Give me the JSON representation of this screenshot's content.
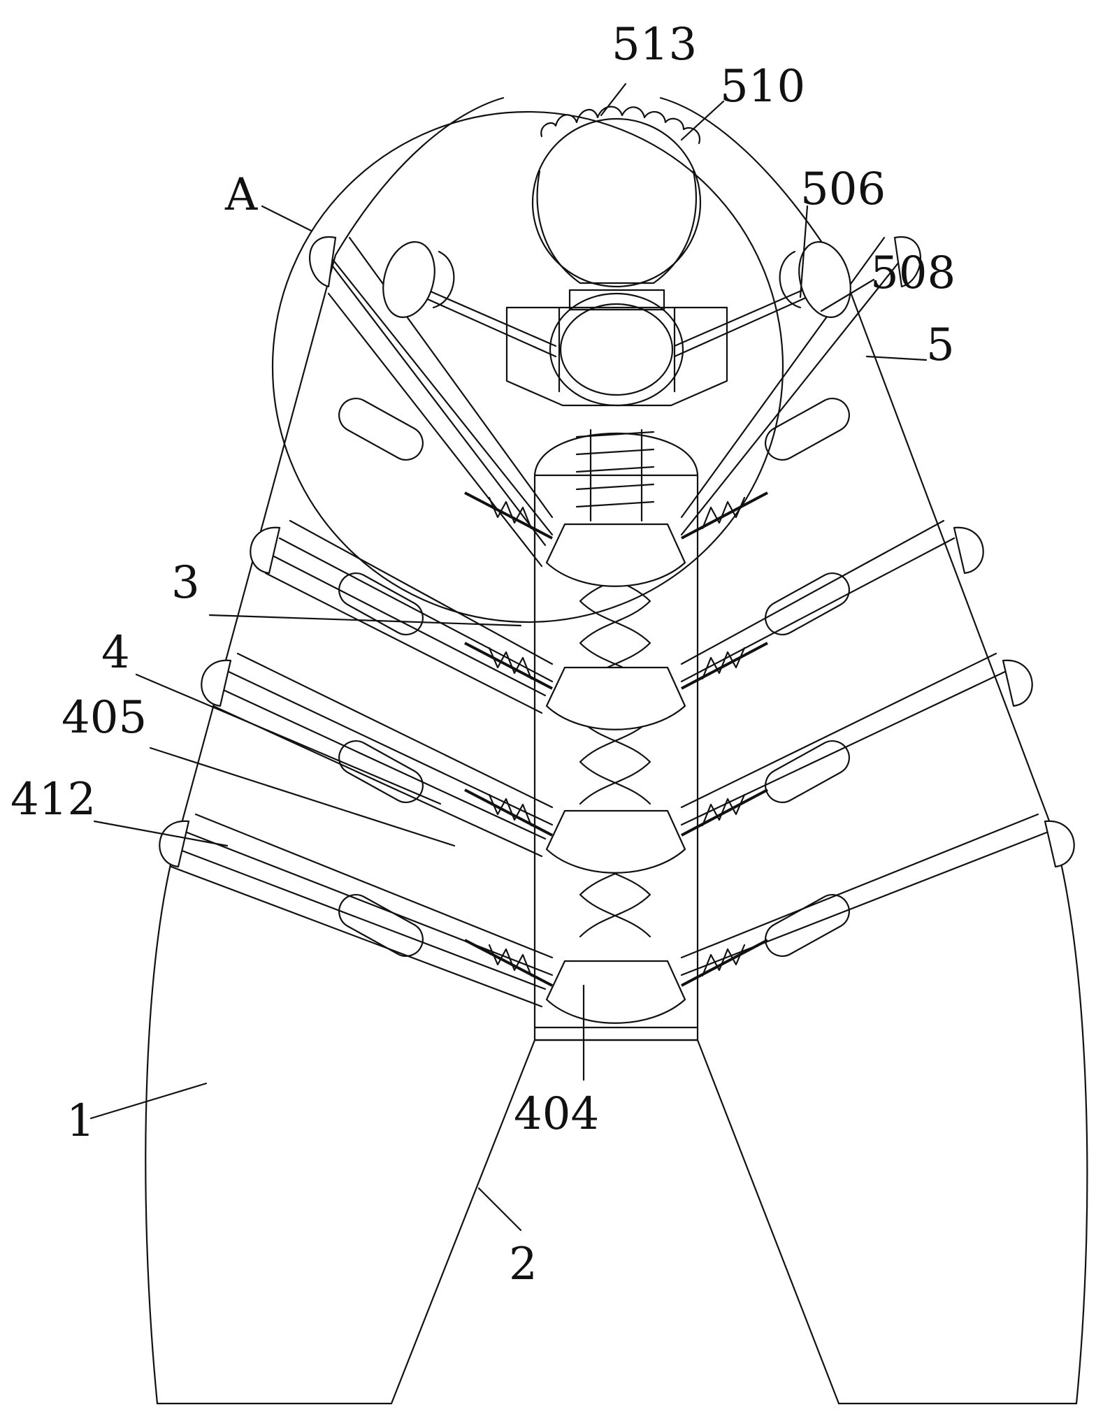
{
  "figure": {
    "labels": {
      "l513": "513",
      "l510": "510",
      "lA": "A",
      "l506": "506",
      "l508": "508",
      "l5": "5",
      "l3": "3",
      "l4": "4",
      "l405": "405",
      "l412": "412",
      "l1": "1",
      "l404": "404",
      "l2": "2"
    },
    "colors": {
      "ink": "#111111",
      "paper": "#ffffff"
    }
  }
}
